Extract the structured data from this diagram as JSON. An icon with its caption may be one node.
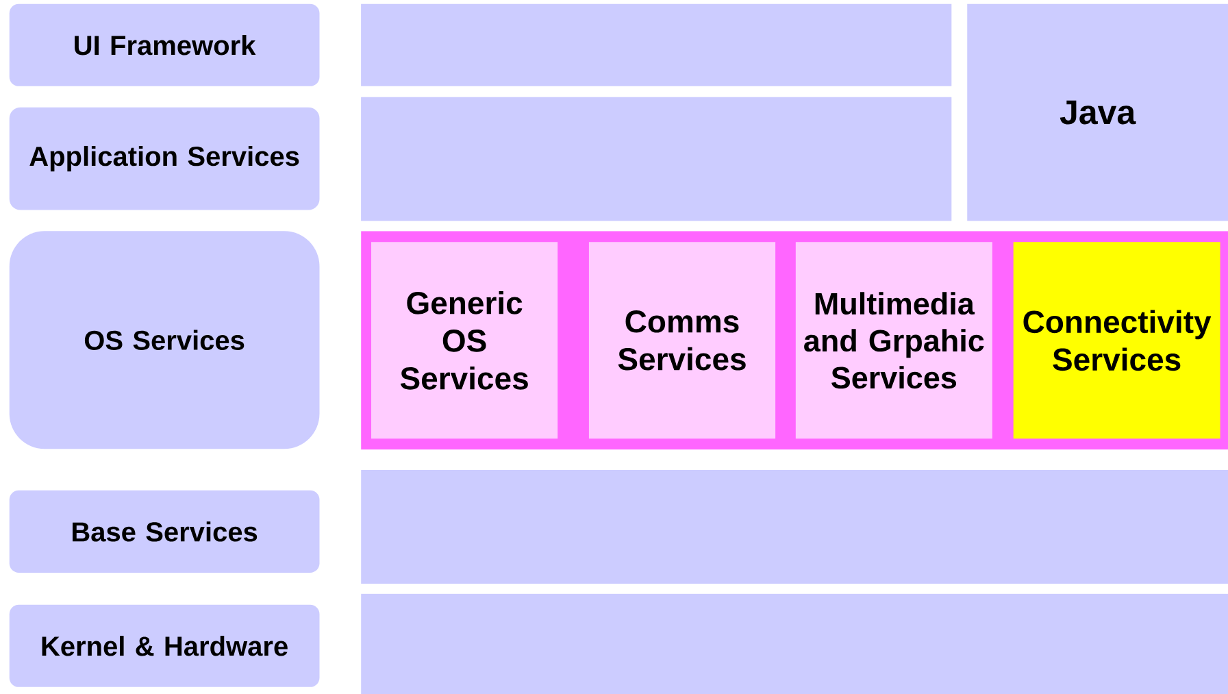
{
  "diagram": {
    "nodes": [
      {
        "text": [
          "UI Framework"
        ]
      },
      {
        "text": [],
        "shape": "box"
      },
      {
        "text": [
          "Java"
        ]
      },
      {
        "text": [
          "Application Services"
        ]
      },
      {
        "text": [],
        "shape": "box"
      },
      {
        "text": [
          "OS Services"
        ]
      },
      {
        "text": [],
        "shape": "box"
      },
      {
        "text": [
          "Generic OS Services"
        ],
        "in": 6
      },
      {
        "text": [
          "Comms Services"
        ],
        "in": 6
      },
      {
        "text": [
          "Multimedia and Grpahic Services"
        ],
        "in": 6
      },
      {
        "text": [
          "Connectivity Services"
        ],
        "in": 6
      },
      {
        "text": [
          "Base Services"
        ]
      },
      {
        "text": [],
        "shape": "box"
      },
      {
        "text": [
          "Kernel & Hardware"
        ]
      },
      {
        "text": [],
        "shape": "box"
      }
    ]
  }
}
